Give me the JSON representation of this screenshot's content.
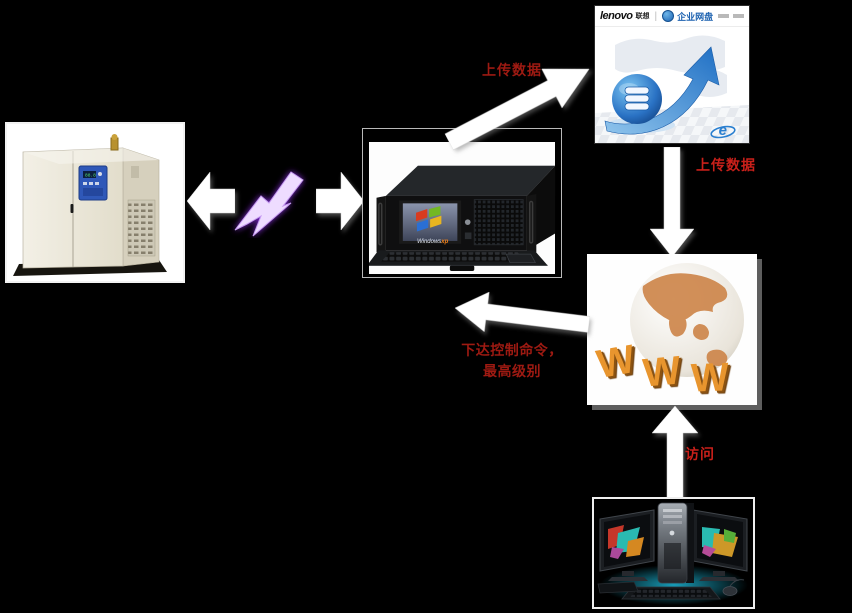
{
  "diagram": {
    "background": "#000000",
    "labels": {
      "upload_top": {
        "text": "上传数据",
        "color": "#9e1a12"
      },
      "upload_right": {
        "text": "上传数据",
        "color": "#c9201a"
      },
      "command": {
        "line1": "下达控制命令，",
        "line2": "最高级别",
        "color": "#9e1a12"
      },
      "access": {
        "text": "访问",
        "color": "#c9201a"
      }
    },
    "lenovo_portal": {
      "brand": "lenovo",
      "brand_cn": "联想",
      "divider": "|",
      "product": "企业网盘"
    },
    "server": {
      "screen_os": "Windows",
      "screen_ver": "xp"
    },
    "www": {
      "letters": [
        "W",
        "W",
        "W"
      ]
    },
    "colors": {
      "arrow": "#ffffff",
      "lightning_core": "#eedcff",
      "lightning_glow": "#8a2be2",
      "www_letters": "#e8952e",
      "lenovo_blue": "#2a7fd0",
      "cabinet_body": "#e9e4d4",
      "cabinet_panel": "#2f58b8"
    }
  }
}
